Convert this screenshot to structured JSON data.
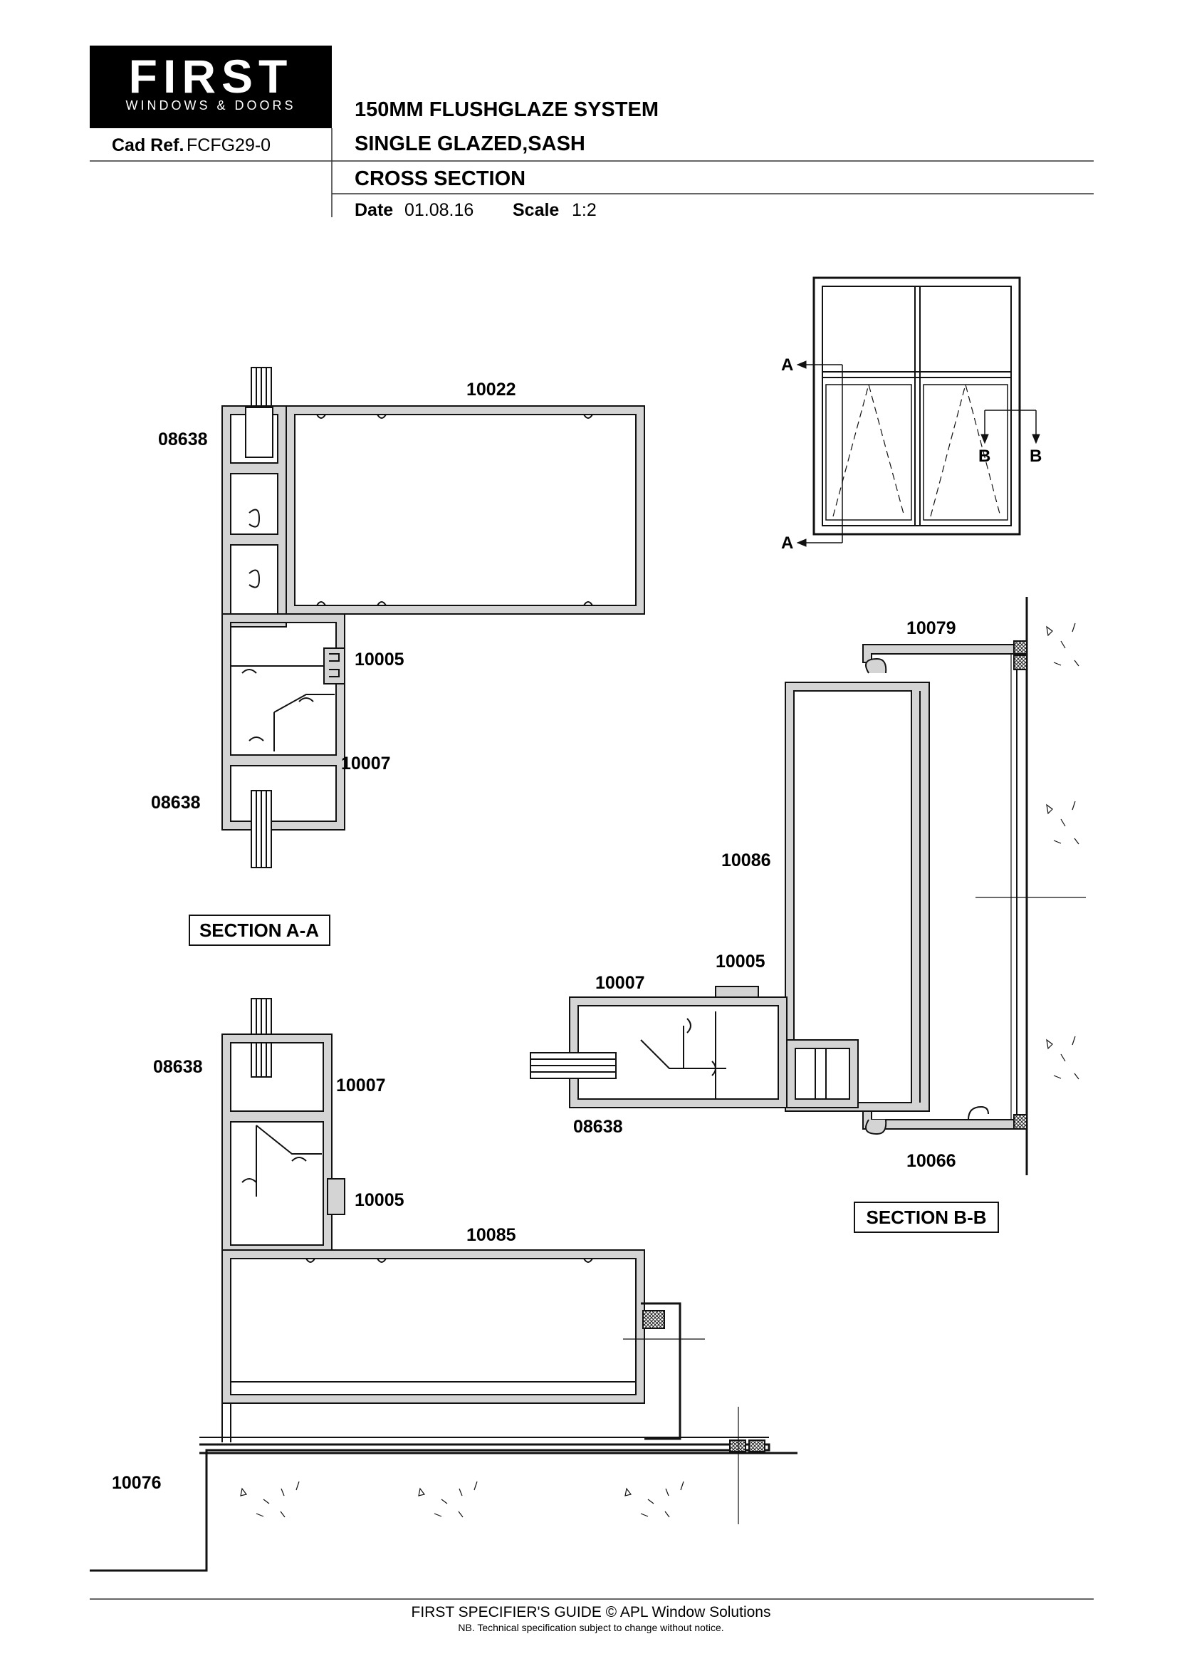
{
  "header": {
    "logo_text": "FIRST",
    "logo_subtext": "WINDOWS & DOORS",
    "cad_ref_label": "Cad Ref.",
    "cad_ref_value": "FCFG29-0",
    "title_line1": "150MM  FLUSHGLAZE SYSTEM",
    "title_line2": "SINGLE GLAZED,SASH",
    "title_line3": "CROSS SECTION",
    "date_label": "Date",
    "date_value": "01.08.16",
    "scale_label": "Scale",
    "scale_value": "1:2"
  },
  "key_plan": {
    "marker_a_top": "A",
    "marker_a_bottom": "A",
    "marker_b_left": "B",
    "marker_b_right": "B"
  },
  "section_aa": {
    "title": "SECTION A-A",
    "labels": {
      "top_sash": "10022",
      "gasket_top": "08638",
      "bead": "10005",
      "frame": "10007",
      "gasket_bottom": "08638"
    }
  },
  "section_bottom": {
    "labels": {
      "gasket": "08638",
      "frame": "10007",
      "bead": "10005",
      "sill_sash": "10085",
      "sill": "10076"
    }
  },
  "section_bb": {
    "title": "SECTION B-B",
    "labels": {
      "top": "10079",
      "mullion": "10086",
      "bead": "10005",
      "frame": "10007",
      "gasket": "08638",
      "bottom": "10066"
    }
  },
  "footer": {
    "line1": "FIRST SPECIFIER'S GUIDE  © APL Window Solutions",
    "line2": "NB. Technical specification subject to change without notice."
  },
  "colors": {
    "profile_fill": "#d4d4d4",
    "line": "#111111",
    "logo_bg": "#000000"
  }
}
